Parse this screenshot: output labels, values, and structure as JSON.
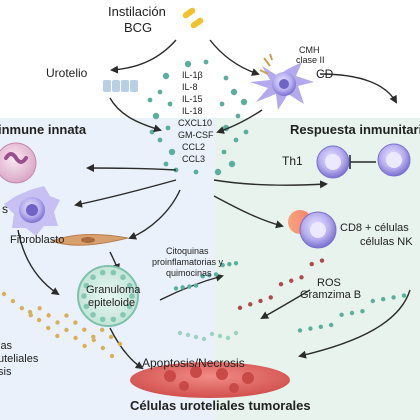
{
  "top": {
    "instillation_line1": "Instilación",
    "instillation_line2": "BCG",
    "urothelium": "Urotelio",
    "cmh_line1": "CMH",
    "cmh_line2": "clase II",
    "cd": "CD"
  },
  "cytokines": [
    "IL-1β",
    "IL-8",
    "IL-15",
    "IL-18",
    "CXCL10",
    "GM-CSF",
    "CCL2",
    "CCL3"
  ],
  "sections": {
    "innate_title": "inmune innata",
    "adaptive_title": "Respuesta inmunitaria"
  },
  "labels": {
    "th1": "Th1",
    "cd8_line1": "CD8 + células",
    "cd8_line2": "células NK",
    "s_fragment": "s",
    "fibroblast": "Fibroblasto",
    "cyto_line1": "Citoquinas",
    "cyto_line2": "proinflamatorias y",
    "cyto_line3": "quimocinas",
    "granuloma_line1": "Granuloma",
    "granuloma_line2": "epiteloide",
    "ros": "ROS",
    "granzyme": "Gramzima B",
    "left_bottom_line1": "ias",
    "left_bottom_line2": "uteliales",
    "left_bottom_line3": "sis",
    "apoptosis": "Apoptosis/Necrosis",
    "tumor": "Células uroteliales tumorales"
  },
  "colors": {
    "bcg": "#f2c12e",
    "innate_bg": "#eaf1fa",
    "adaptive_bg": "#e7f3ec",
    "purple_cell": "#8a7fd6",
    "cytokine_dot": "#5cae9c",
    "tumor": "#e06a66",
    "dot_red": "#b04a4a",
    "dot_gold": "#d9b05a"
  }
}
